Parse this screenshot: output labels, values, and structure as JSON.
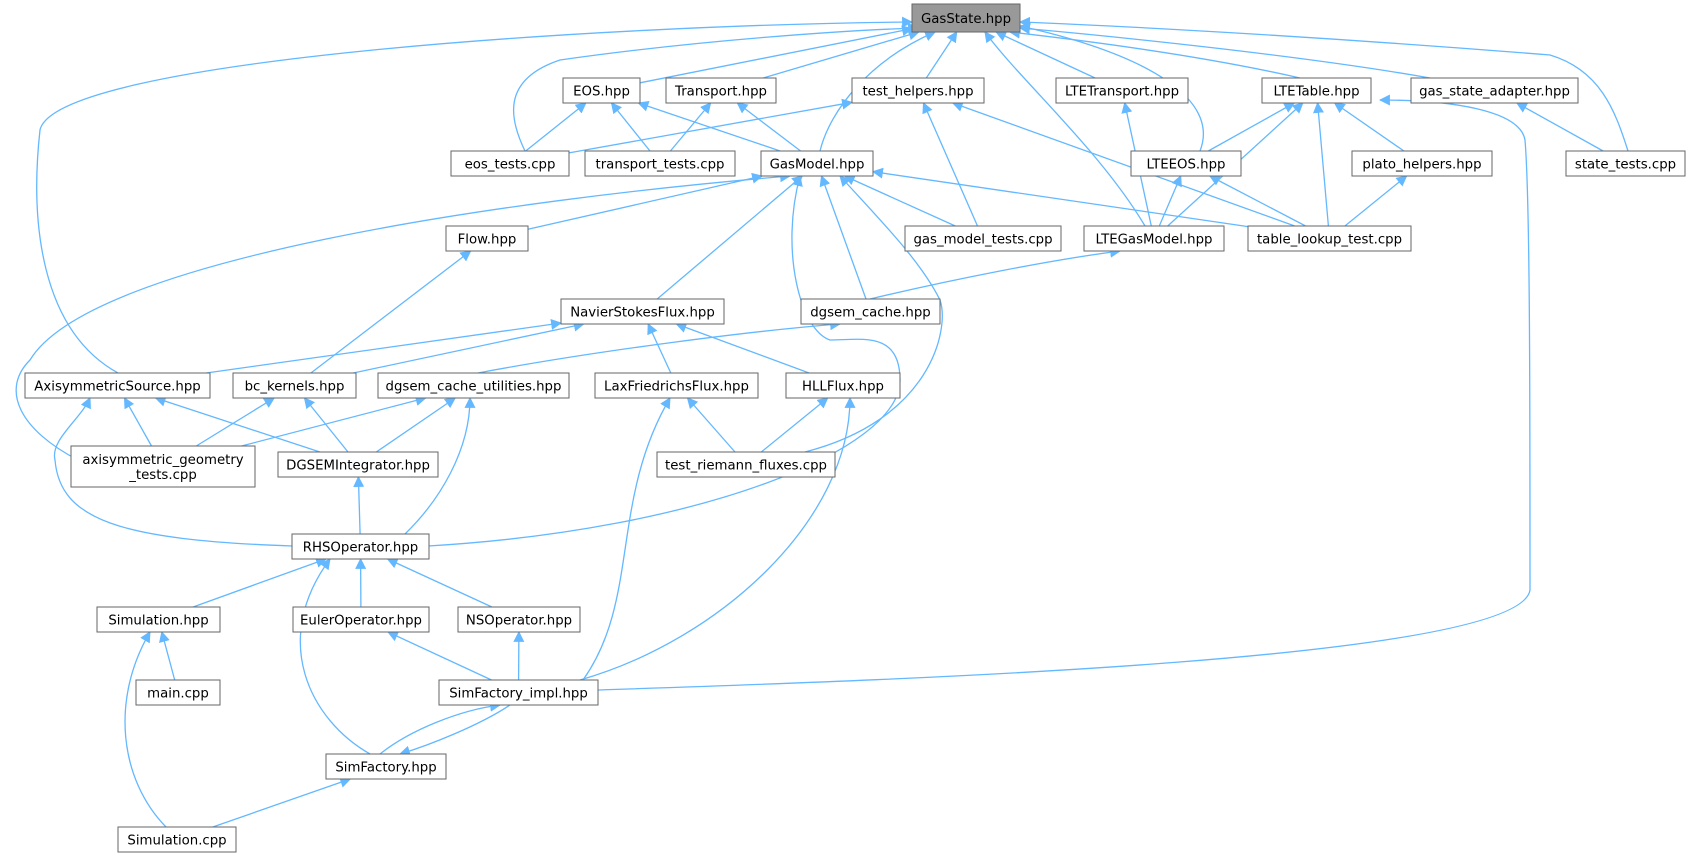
{
  "colors": {
    "edge": "#63b8ff",
    "node_border": "#666666",
    "root_fill": "#999999",
    "node_fill": "#ffffff"
  },
  "nodes": [
    {
      "id": "gasstate",
      "label": "GasState.hpp",
      "root": true
    },
    {
      "id": "eos",
      "label": "EOS.hpp"
    },
    {
      "id": "transport",
      "label": "Transport.hpp"
    },
    {
      "id": "test_helpers",
      "label": "test_helpers.hpp"
    },
    {
      "id": "ltetransport",
      "label": "LTETransport.hpp"
    },
    {
      "id": "ltetable",
      "label": "LTETable.hpp"
    },
    {
      "id": "gas_state_adapter",
      "label": "gas_state_adapter.hpp"
    },
    {
      "id": "eos_tests",
      "label": "eos_tests.cpp"
    },
    {
      "id": "transport_tests",
      "label": "transport_tests.cpp"
    },
    {
      "id": "gasmodel",
      "label": "GasModel.hpp"
    },
    {
      "id": "lteeos",
      "label": "LTEEOS.hpp"
    },
    {
      "id": "plato_helpers",
      "label": "plato_helpers.hpp"
    },
    {
      "id": "state_tests",
      "label": "state_tests.cpp"
    },
    {
      "id": "flow",
      "label": "Flow.hpp"
    },
    {
      "id": "gas_model_tests",
      "label": "gas_model_tests.cpp"
    },
    {
      "id": "ltegasmodel",
      "label": "LTEGasModel.hpp"
    },
    {
      "id": "table_lookup_test",
      "label": "table_lookup_test.cpp"
    },
    {
      "id": "navierstokes",
      "label": "NavierStokesFlux.hpp"
    },
    {
      "id": "dgsem_cache",
      "label": "dgsem_cache.hpp"
    },
    {
      "id": "axisymmetricsource",
      "label": "AxisymmetricSource.hpp"
    },
    {
      "id": "bc_kernels",
      "label": "bc_kernels.hpp"
    },
    {
      "id": "dgsem_cache_utilities",
      "label": "dgsem_cache_utilities.hpp"
    },
    {
      "id": "laxfriedrichs",
      "label": "LaxFriedrichsFlux.hpp"
    },
    {
      "id": "hllflux",
      "label": "HLLFlux.hpp"
    },
    {
      "id": "axisym_tests",
      "label": "axisymmetric_geometry\n_tests.cpp"
    },
    {
      "id": "dgsemintegrator",
      "label": "DGSEMIntegrator.hpp"
    },
    {
      "id": "test_riemann",
      "label": "test_riemann_fluxes.cpp"
    },
    {
      "id": "rhsoperator",
      "label": "RHSOperator.hpp"
    },
    {
      "id": "simulation_hpp",
      "label": "Simulation.hpp"
    },
    {
      "id": "euleroperator",
      "label": "EulerOperator.hpp"
    },
    {
      "id": "nsoperator",
      "label": "NSOperator.hpp"
    },
    {
      "id": "main_cpp",
      "label": "main.cpp"
    },
    {
      "id": "simfactory_impl",
      "label": "SimFactory_impl.hpp"
    },
    {
      "id": "simfactory",
      "label": "SimFactory.hpp"
    },
    {
      "id": "simulation_cpp",
      "label": "Simulation.cpp"
    }
  ],
  "edges": [
    {
      "from": "eos",
      "to": "gasstate"
    },
    {
      "from": "transport",
      "to": "gasstate"
    },
    {
      "from": "test_helpers",
      "to": "gasstate"
    },
    {
      "from": "ltetransport",
      "to": "gasstate"
    },
    {
      "from": "ltetable",
      "to": "gasstate"
    },
    {
      "from": "gas_state_adapter",
      "to": "gasstate"
    },
    {
      "from": "eos_tests",
      "to": "gasstate"
    },
    {
      "from": "gasmodel",
      "to": "gasstate"
    },
    {
      "from": "lteeos",
      "to": "gasstate"
    },
    {
      "from": "state_tests",
      "to": "gasstate"
    },
    {
      "from": "ltegasmodel",
      "to": "gasstate"
    },
    {
      "from": "axisymmetricsource",
      "to": "gasstate"
    },
    {
      "from": "eos_tests",
      "to": "eos"
    },
    {
      "from": "transport_tests",
      "to": "eos"
    },
    {
      "from": "gasmodel",
      "to": "eos"
    },
    {
      "from": "transport_tests",
      "to": "transport"
    },
    {
      "from": "gasmodel",
      "to": "transport"
    },
    {
      "from": "eos_tests",
      "to": "test_helpers"
    },
    {
      "from": "gas_model_tests",
      "to": "test_helpers"
    },
    {
      "from": "table_lookup_test",
      "to": "test_helpers"
    },
    {
      "from": "ltegasmodel",
      "to": "ltetransport"
    },
    {
      "from": "lteeos",
      "to": "ltetable"
    },
    {
      "from": "plato_helpers",
      "to": "ltetable"
    },
    {
      "from": "ltegasmodel",
      "to": "ltetable"
    },
    {
      "from": "table_lookup_test",
      "to": "ltetable"
    },
    {
      "from": "simfactory_impl",
      "to": "ltetable"
    },
    {
      "from": "state_tests",
      "to": "gas_state_adapter"
    },
    {
      "from": "ltegasmodel",
      "to": "lteeos"
    },
    {
      "from": "table_lookup_test",
      "to": "lteeos"
    },
    {
      "from": "table_lookup_test",
      "to": "plato_helpers"
    },
    {
      "from": "flow",
      "to": "gasmodel"
    },
    {
      "from": "gas_model_tests",
      "to": "gasmodel"
    },
    {
      "from": "table_lookup_test",
      "to": "gasmodel"
    },
    {
      "from": "navierstokes",
      "to": "gasmodel"
    },
    {
      "from": "dgsem_cache",
      "to": "gasmodel"
    },
    {
      "from": "axisym_tests",
      "to": "gasmodel"
    },
    {
      "from": "test_riemann",
      "to": "gasmodel"
    },
    {
      "from": "rhsoperator",
      "to": "gasmodel"
    },
    {
      "from": "dgsem_cache",
      "to": "ltegasmodel"
    },
    {
      "from": "bc_kernels",
      "to": "flow"
    },
    {
      "from": "axisymmetricsource",
      "to": "navierstokes"
    },
    {
      "from": "bc_kernels",
      "to": "navierstokes"
    },
    {
      "from": "laxfriedrichs",
      "to": "navierstokes"
    },
    {
      "from": "hllflux",
      "to": "navierstokes"
    },
    {
      "from": "dgsem_cache_utilities",
      "to": "dgsem_cache"
    },
    {
      "from": "axisym_tests",
      "to": "axisymmetricsource"
    },
    {
      "from": "dgsemintegrator",
      "to": "axisymmetricsource"
    },
    {
      "from": "rhsoperator",
      "to": "axisymmetricsource"
    },
    {
      "from": "axisym_tests",
      "to": "bc_kernels"
    },
    {
      "from": "dgsemintegrator",
      "to": "bc_kernels"
    },
    {
      "from": "axisym_tests",
      "to": "dgsem_cache_utilities"
    },
    {
      "from": "dgsemintegrator",
      "to": "dgsem_cache_utilities"
    },
    {
      "from": "rhsoperator",
      "to": "dgsem_cache_utilities"
    },
    {
      "from": "test_riemann",
      "to": "laxfriedrichs"
    },
    {
      "from": "simfactory_impl",
      "to": "laxfriedrichs"
    },
    {
      "from": "test_riemann",
      "to": "hllflux"
    },
    {
      "from": "simfactory_impl",
      "to": "hllflux"
    },
    {
      "from": "rhsoperator",
      "to": "dgsemintegrator"
    },
    {
      "from": "simulation_hpp",
      "to": "rhsoperator"
    },
    {
      "from": "euleroperator",
      "to": "rhsoperator"
    },
    {
      "from": "nsoperator",
      "to": "rhsoperator"
    },
    {
      "from": "simfactory",
      "to": "rhsoperator"
    },
    {
      "from": "main_cpp",
      "to": "simulation_hpp"
    },
    {
      "from": "simulation_cpp",
      "to": "simulation_hpp"
    },
    {
      "from": "simfactory_impl",
      "to": "euleroperator"
    },
    {
      "from": "simfactory_impl",
      "to": "nsoperator"
    },
    {
      "from": "simfactory",
      "to": "simfactory_impl"
    },
    {
      "from": "simfactory_impl",
      "to": "simfactory"
    },
    {
      "from": "simulation_cpp",
      "to": "simfactory"
    }
  ]
}
